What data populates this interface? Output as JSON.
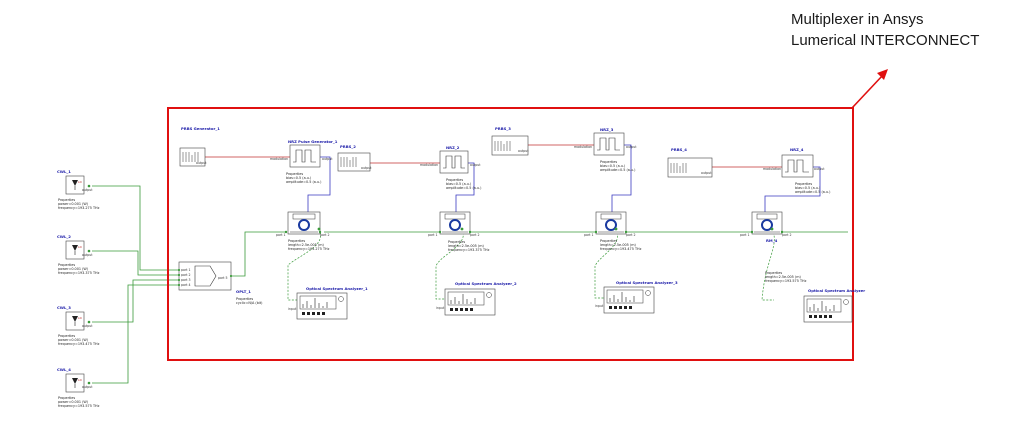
{
  "caption": {
    "line1": "Multiplexer in Ansys",
    "line2": "Lumerical INTERCONNECT"
  },
  "colors": {
    "highlight_box": "#e01010",
    "optical_wire": "#3a9a3a",
    "electrical_wire": "#c03030",
    "signal_wire": "#3a3ac0",
    "monitor_wire": "#3a9a3a"
  },
  "lasers": [
    {
      "name": "CWL_1",
      "props": [
        "Properties",
        "power=0.001 (W)",
        "frequency=193.275 THz"
      ]
    },
    {
      "name": "CWL_2",
      "props": [
        "Properties",
        "power=0.001 (W)",
        "frequency=193.375 THz"
      ]
    },
    {
      "name": "CWL_3",
      "props": [
        "Properties",
        "power=0.001 (W)",
        "frequency=193.475 THz"
      ]
    },
    {
      "name": "CWL_4",
      "props": [
        "Properties",
        "power=0.001 (W)",
        "frequency=193.575 THz"
      ]
    }
  ],
  "port_labels": {
    "output": "output",
    "input": "input",
    "modulation": "modulation",
    "port1": "port 1",
    "port2": "port 2",
    "port3": "port 3",
    "port4": "port 4",
    "port5": "port 5"
  },
  "coupler": {
    "name": "OPLT_1",
    "props": [
      "Properties",
      "cyclic=N/A (bit)"
    ]
  },
  "pulse_gens": [
    {
      "name": "PRBS Generator_1"
    },
    {
      "name": "PRBS_2"
    },
    {
      "name": "PRBS_3"
    },
    {
      "name": "PRBS_4"
    }
  ],
  "pulse_shapers": [
    {
      "name": "NRZ Pulse Generator_1",
      "props": [
        "Properties",
        "bias=0.5 (a.u.)",
        "amplitude=0.5 (a.u.)"
      ]
    },
    {
      "name": "NRZ_2",
      "props": [
        "Properties",
        "bias=0.5 (a.u.)",
        "amplitude=0.5 (a.u.)"
      ]
    },
    {
      "name": "NRZ_3",
      "props": [
        "Properties",
        "bias=0.5 (a.u.)",
        "amplitude=0.5 (a.u.)"
      ]
    },
    {
      "name": "NRZ_4",
      "props": [
        "Properties",
        "bias=0.5 (a.u.)",
        "amplitude=0.5 (a.u.)"
      ]
    }
  ],
  "rings": [
    {
      "name": "",
      "props": [
        "Properties",
        "length=2.5e-005 (m)",
        "frequency=193.275 THz"
      ]
    },
    {
      "name": "",
      "props": [
        "Properties",
        "length=2.5e-005 (m)",
        "frequency=193.375 THz"
      ]
    },
    {
      "name": "",
      "props": [
        "Properties",
        "length=2.5e-005 (m)",
        "frequency=193.475 THz"
      ]
    },
    {
      "name": "RM_4",
      "props": [
        "Properties",
        "length=2.5e-005 (m)",
        "frequency=193.575 THz"
      ]
    }
  ],
  "analyzers": [
    {
      "name": "Optical Spectrum Analyzer_1"
    },
    {
      "name": "Optical Spectrum Analyzer_2"
    },
    {
      "name": "Optical Spectrum Analyzer_3"
    },
    {
      "name": "Optical Spectrum Analyzer"
    }
  ]
}
